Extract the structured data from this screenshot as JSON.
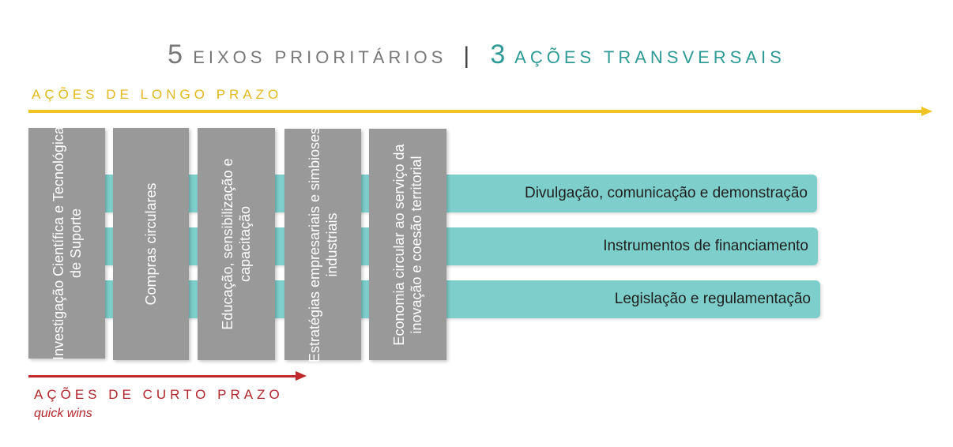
{
  "title": {
    "eixos_number": "5",
    "eixos_label": "EIXOS PRIORITÁRIOS",
    "separator": "|",
    "acoes_number": "3",
    "acoes_label": "AÇÕES TRANSVERSAIS"
  },
  "long_term": {
    "label": "AÇÕES DE LONGO PRAZO"
  },
  "short_term": {
    "label": "AÇÕES DE CURTO PRAZO",
    "sublabel": "quick wins"
  },
  "pillars": [
    {
      "label": "Investigação Científica e Tecnológica de Suporte"
    },
    {
      "label": "Compras circulares"
    },
    {
      "label": "Educação, sensibilização e capacitação"
    },
    {
      "label": "Estratégias empresariais e simbioses industriais"
    },
    {
      "label": "Economia circular ao serviço da inovação e coesão territorial"
    }
  ],
  "transversal_actions": [
    {
      "label": "Divulgação, comunicação e demonstração"
    },
    {
      "label": "Instrumentos de financiamento"
    },
    {
      "label": "Legislação e regulamentação"
    }
  ],
  "colors": {
    "grey_title": "#777777",
    "teal_title": "#2e9a96",
    "long_term": "#f0c420",
    "short_term": "#c0282d",
    "pillar": "#999999",
    "band": "#7ecfcb"
  }
}
